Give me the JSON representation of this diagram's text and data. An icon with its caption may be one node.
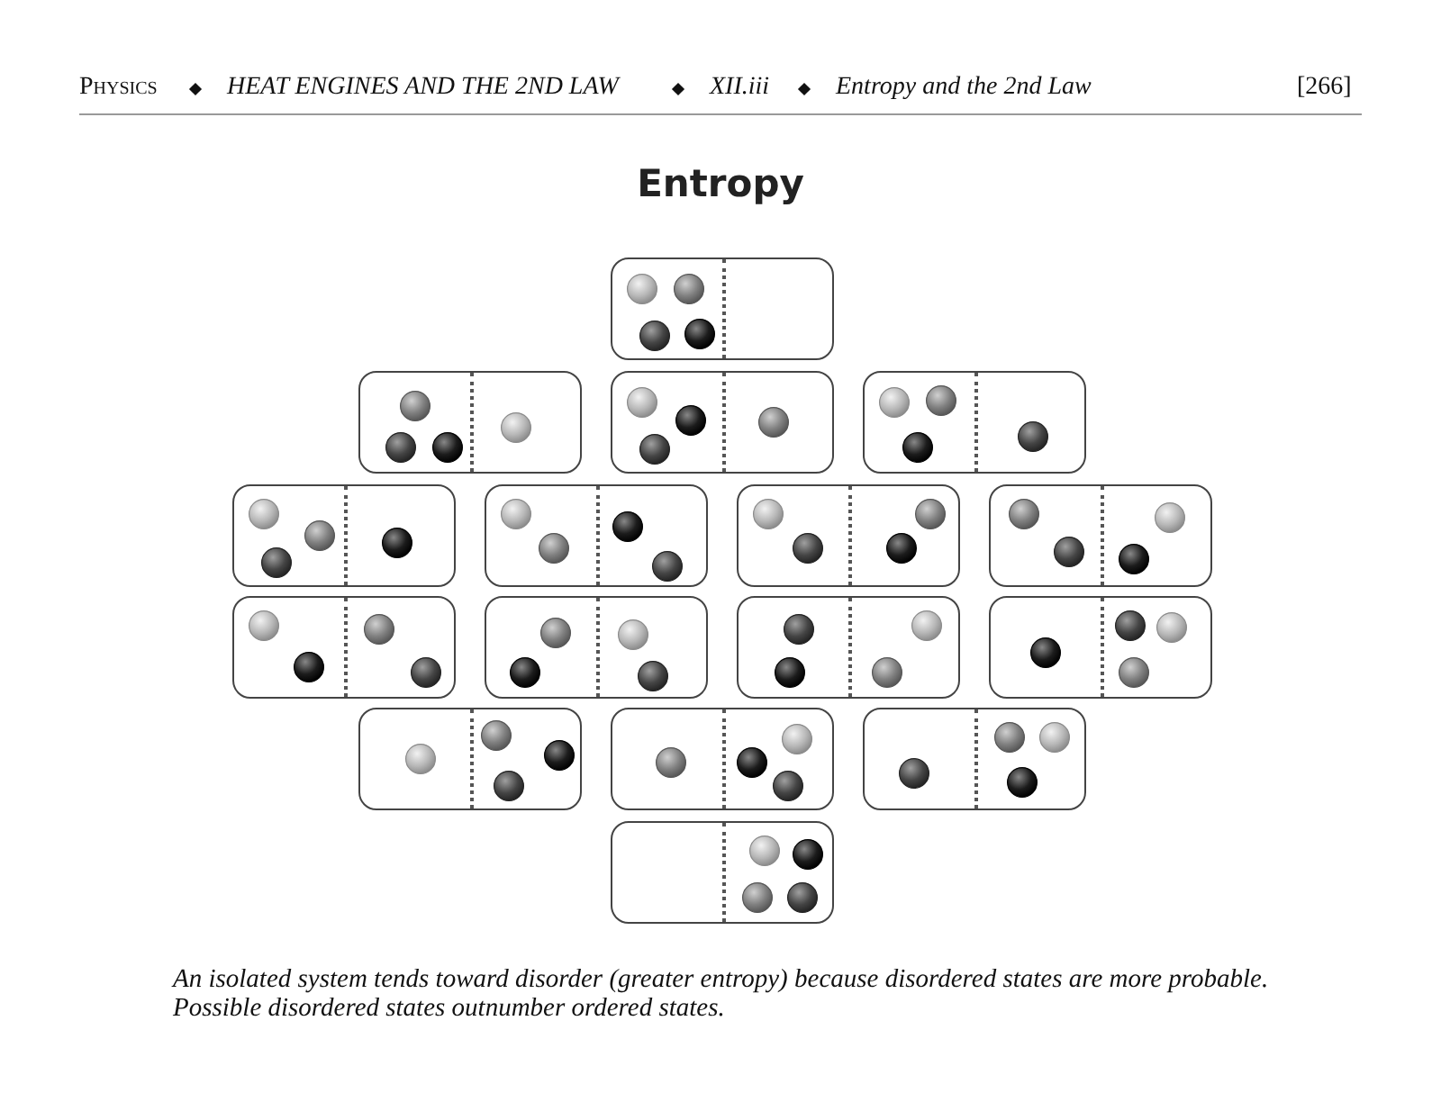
{
  "diagram": {
    "title": "Entropy",
    "caption": "An isolated system tends toward disorder (greater entropy) because disordered states are more probable.  Possible disordered states outnumber ordered states.",
    "nodes": [
      {
        "text": [],
        "shape": "box"
      },
      {
        "text": [],
        "shape": "box"
      },
      {
        "text": [],
        "shape": "box"
      },
      {
        "text": [],
        "shape": "box"
      },
      {
        "text": [],
        "shape": "box"
      },
      {
        "text": [],
        "shape": "box"
      },
      {
        "text": [],
        "shape": "box"
      },
      {
        "text": [],
        "shape": "box"
      },
      {
        "text": [],
        "shape": "box"
      },
      {
        "text": [],
        "shape": "box"
      },
      {
        "text": [],
        "shape": "box"
      },
      {
        "text": [],
        "shape": "box"
      },
      {
        "text": [],
        "shape": "box"
      },
      {
        "text": [],
        "shape": "box"
      },
      {
        "text": [],
        "shape": "box"
      },
      {
        "text": [],
        "shape": "box"
      }
    ],
    "labels": [
      "Physics",
      "HEAT ENGINES AND THE 2ND LAW",
      "XII.iii",
      "Entropy and the 2nd Law",
      "[266]"
    ]
  }
}
